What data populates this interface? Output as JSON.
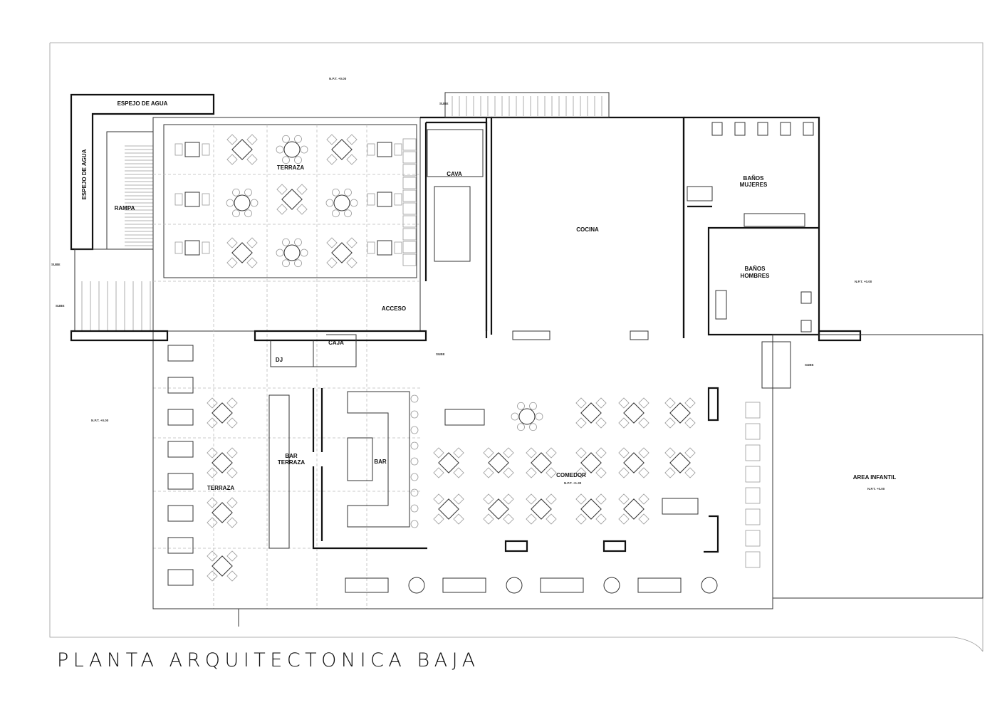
{
  "title": "PLANTA ARQUITECTONICA BAJA",
  "rooms": {
    "espejo_agua_top": "ESPEJO DE AGUA",
    "espejo_agua_side": "ESPEJO DE AGUA",
    "rampa": "RAMPA",
    "terraza_upper": "TERRAZA",
    "cava": "CAVA",
    "cocina": "COCINA",
    "banos_mujeres": [
      "BAÑOS",
      "MUJERES"
    ],
    "banos_hombres": [
      "BAÑOS",
      "HOMBRES"
    ],
    "acceso": "ACCESO",
    "caja": "CAJA",
    "dj": "DJ",
    "bar_terraza": [
      "BAR",
      "TERRAZA"
    ],
    "bar": "BAR",
    "comedor": "COMEDOR",
    "terraza_lower": "TERRAZA",
    "area_infantil": "AREA INFANTIL"
  },
  "stairs_label": "SUBE",
  "levels": {
    "npt_0": "N.P.T. +0.00",
    "npt_comedor": "N.P.T. +1.30"
  }
}
